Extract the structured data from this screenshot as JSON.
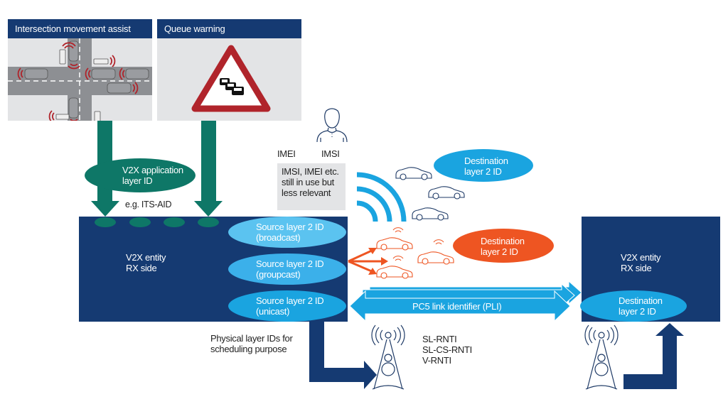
{
  "panels": {
    "intersection": {
      "title": "Intersection movement assist"
    },
    "queue": {
      "title": "Queue warning"
    }
  },
  "app_layer": {
    "ellipse_label_line1": "V2X application",
    "ellipse_label_line2": "layer ID",
    "example": "e.g. ITS-AID"
  },
  "user": {
    "imei_label": "IMEI",
    "imsi_label": "IMSI",
    "note_line1": "IMSI, IMEI etc.",
    "note_line2": "still in use but",
    "note_line3": "less relevant"
  },
  "tx_entity": {
    "line1": "V2X entity",
    "line2": "RX side",
    "ids": [
      {
        "line1": "Source layer 2 ID",
        "line2": "(broadcast)"
      },
      {
        "line1": "Source layer 2 ID",
        "line2": "(groupcast)"
      },
      {
        "line1": "Source layer 2 ID",
        "line2": "(unicast)"
      }
    ]
  },
  "destinations": {
    "broadcast": {
      "line1": "Destination",
      "line2": "layer 2 ID"
    },
    "groupcast": {
      "line1": "Destination",
      "line2": "layer 2 ID"
    }
  },
  "pc5_link": {
    "label": "PC5 link identifier (PLI)"
  },
  "rx_entity": {
    "line1": "V2X entity",
    "line2": "RX side",
    "dest_line1": "Destination",
    "dest_line2": "layer 2 ID"
  },
  "physical": {
    "line1": "Physical layer IDs for",
    "line2": "scheduling purpose",
    "rntis": [
      "SL-RNTI",
      "SL-CS-RNTI",
      "V-RNTI"
    ]
  },
  "colors": {
    "navy": "#153a72",
    "teal": "#0e7767",
    "light_blue": "#5bc3f0",
    "mid_blue": "#1aa4e0",
    "orange": "#ee5522",
    "gray_box": "#e3e4e6",
    "signal_red": "#b0242b"
  }
}
